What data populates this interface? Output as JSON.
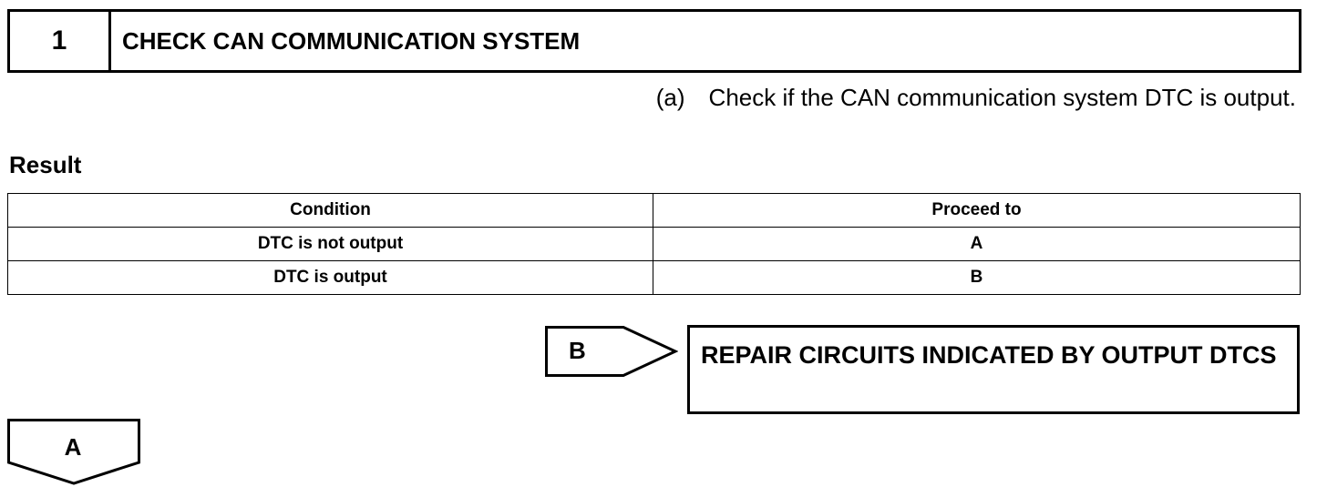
{
  "step": {
    "number": "1",
    "title": "CHECK CAN COMMUNICATION SYSTEM"
  },
  "instruction": {
    "marker": "(a)",
    "text": "Check if the CAN communication system DTC is output."
  },
  "result": {
    "heading": "Result",
    "columns": [
      "Condition",
      "Proceed to"
    ],
    "rows": [
      [
        "DTC is not output",
        "A"
      ],
      [
        "DTC is output",
        "B"
      ]
    ]
  },
  "branch_b": {
    "label": "B",
    "action": "REPAIR CIRCUITS INDICATED BY OUTPUT DTCS"
  },
  "branch_a": {
    "label": "A"
  }
}
